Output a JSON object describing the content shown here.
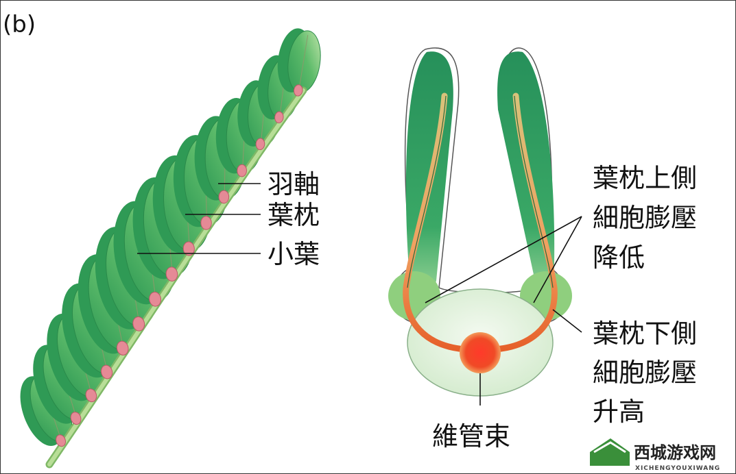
{
  "panel_label": "(b)",
  "left_diagram": {
    "labels": {
      "rachis": "羽軸",
      "pulvinus": "葉枕",
      "leaflet": "小葉"
    }
  },
  "right_diagram": {
    "labels": {
      "upper_line1": "葉枕上側",
      "upper_line2": "細胞膨壓",
      "upper_line3": "降低",
      "lower_line1": "葉枕下側",
      "lower_line2": "細胞膨壓",
      "lower_line3": "升高",
      "vascular_bundle": "維管束"
    }
  },
  "watermark": {
    "title": "西城游戏网",
    "subtitle": "XICHENGYOUXIWANG"
  },
  "colors": {
    "leaf_dark": "#2f9a55",
    "leaf_light": "#bfe3a8",
    "rachis": "#a9d48a",
    "pulvinus": "#e58a96",
    "vascular": "#e2561e",
    "vascular_core": "#e8342a",
    "pulvinus_body": "#dff0d8",
    "frame": "#333333"
  }
}
